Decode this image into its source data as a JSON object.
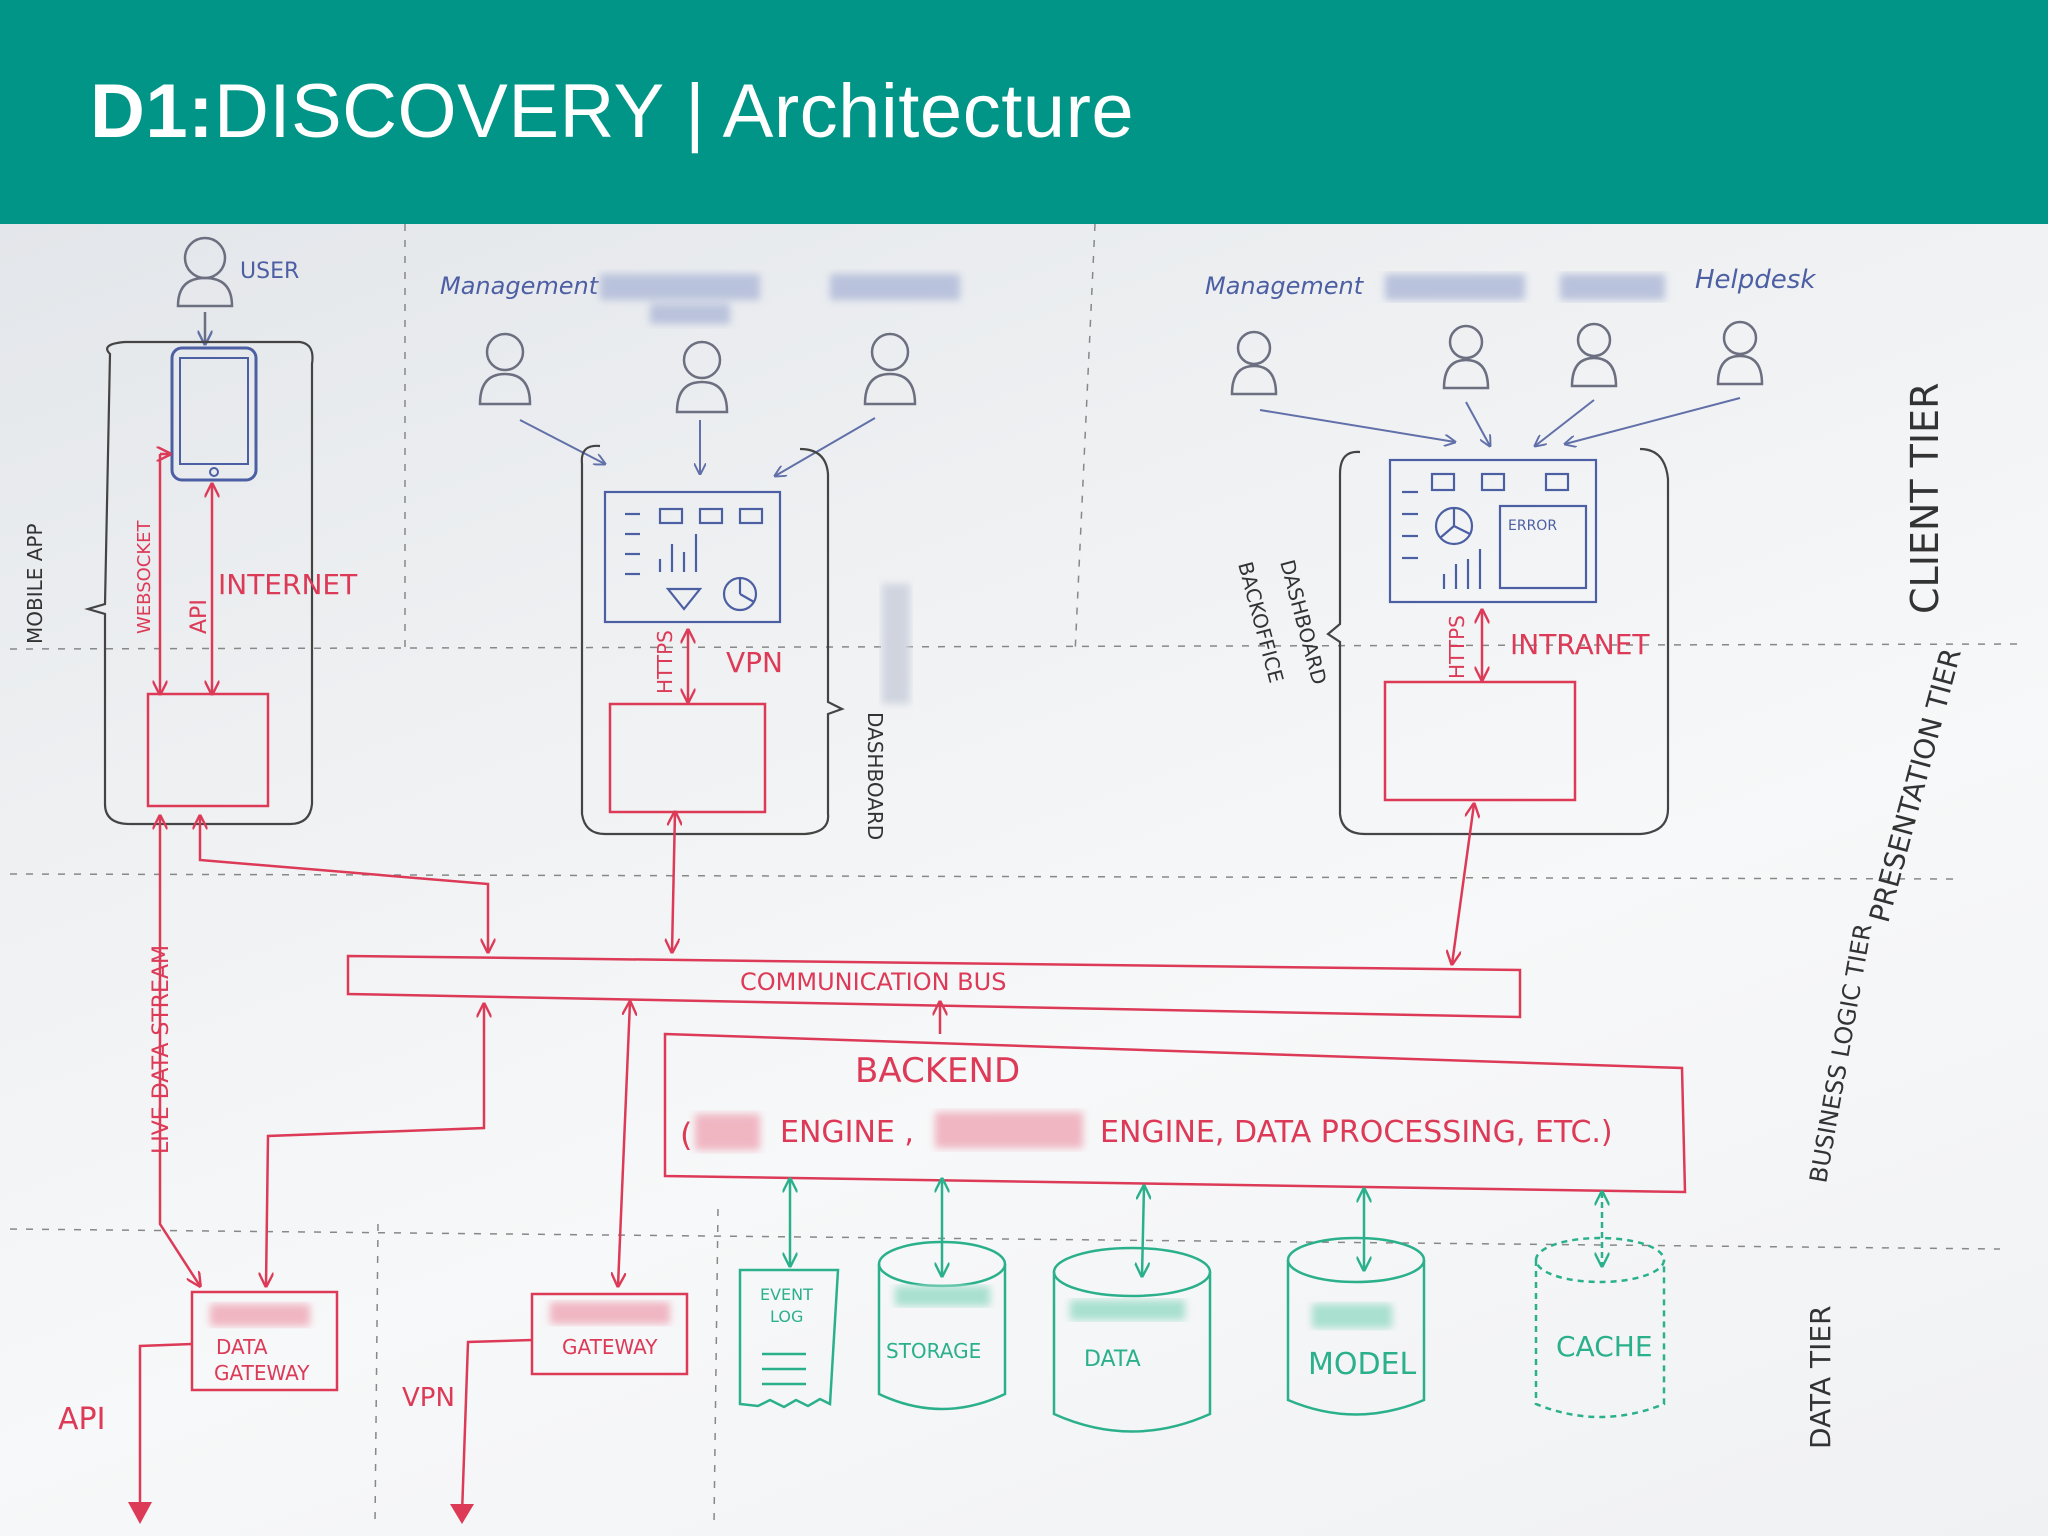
{
  "header": {
    "title_bold": "D1:",
    "title_rest": "DISCOVERY | Architecture"
  },
  "colors": {
    "header_bg": "#019587",
    "red": "#dc3a57",
    "blue": "#4d5fa3",
    "green": "#2bb08c",
    "gray": "#4a4a4a"
  },
  "tiers": {
    "client": "CLIENT TIER",
    "presentation": "PRESENTATION TIER",
    "business": "BUSINESS LOGIC TIER",
    "data": "DATA TIER"
  },
  "users": {
    "user": "USER",
    "management_left": "Management",
    "management_right": "Management",
    "helpdesk": "Helpdesk"
  },
  "mobile": {
    "label": "MOBILE APP",
    "websocket": "WEBSOCKET",
    "api": "API",
    "internet": "INTERNET",
    "live_stream": "LIVE DATA STREAM"
  },
  "dashboard": {
    "label": "DASHBOARD",
    "https": "HTTPS",
    "vpn": "VPN"
  },
  "backoffice": {
    "label_1": "BACKOFFICE",
    "label_2": "DASHBOARD",
    "https": "HTTPS",
    "intranet": "INTRANET",
    "error": "ERROR"
  },
  "bus": {
    "label": "COMMUNICATION BUS"
  },
  "backend": {
    "title": "BACKEND",
    "part_1": "(",
    "part_2": "ENGINE ,",
    "part_3": "ENGINE, DATA PROCESSING, ETC.)"
  },
  "gateways": {
    "data_gateway_1": "DATA",
    "data_gateway_2": "GATEWAY",
    "gateway": "GATEWAY",
    "api": "API",
    "vpn": "VPN"
  },
  "stores": {
    "event_log_1": "EVENT",
    "event_log_2": "LOG",
    "storage": "STORAGE",
    "data": "DATA",
    "model": "MODEL",
    "cache": "CACHE"
  }
}
